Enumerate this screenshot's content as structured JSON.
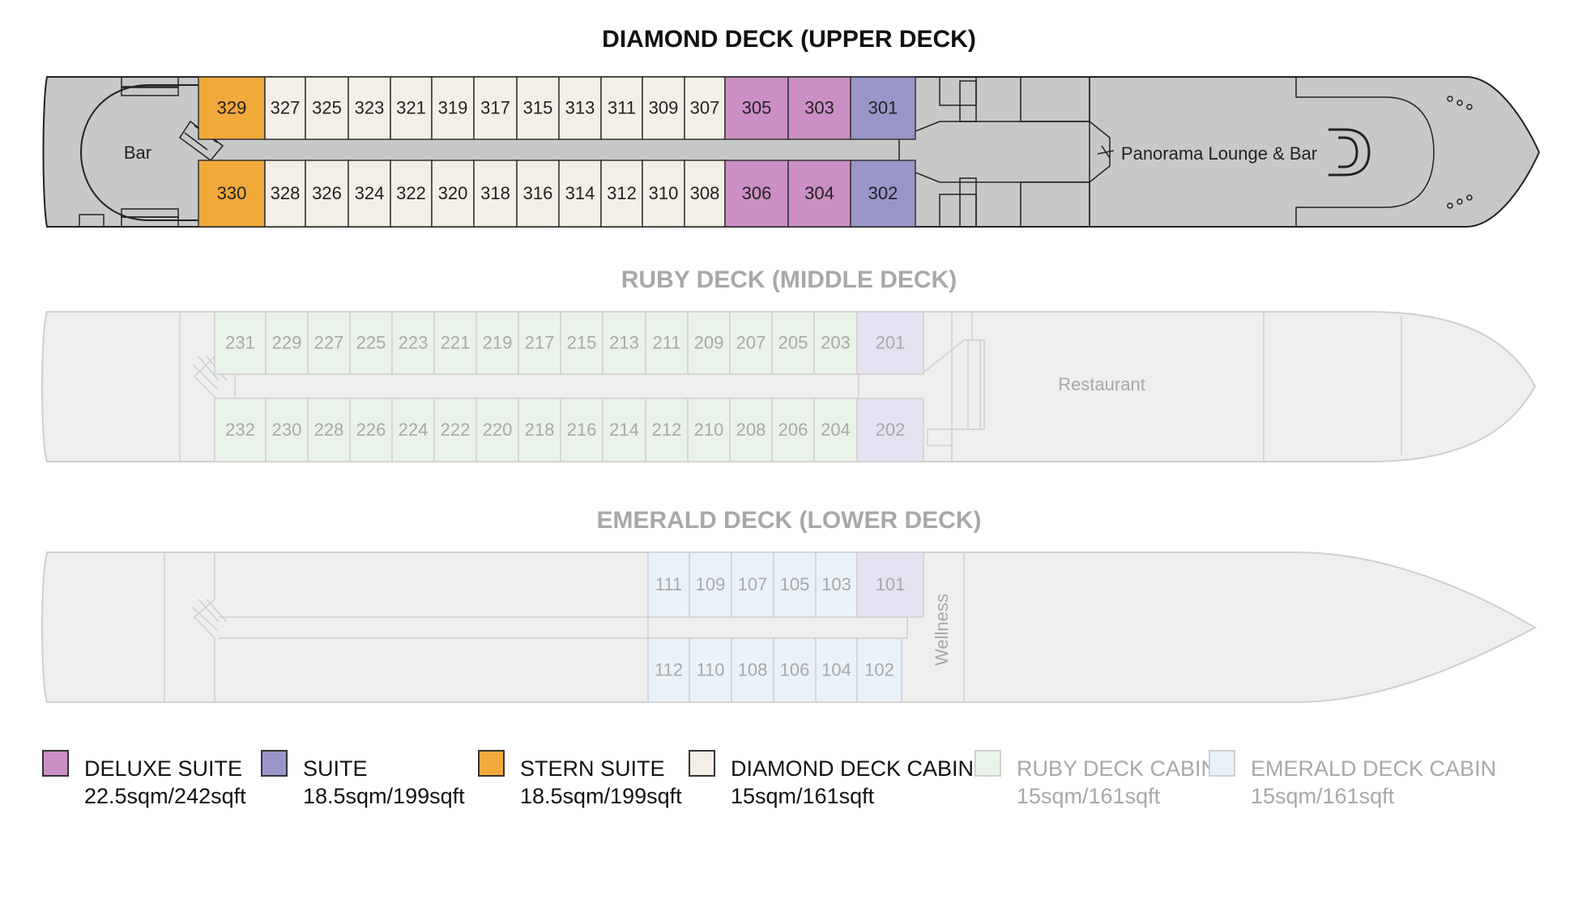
{
  "decks": {
    "diamond": {
      "title": "DIAMOND DECK (UPPER DECK)",
      "top_row": [
        "329",
        "327",
        "325",
        "323",
        "321",
        "319",
        "317",
        "315",
        "313",
        "311",
        "309",
        "307",
        "305",
        "303",
        "301"
      ],
      "bottom_row": [
        "330",
        "328",
        "326",
        "324",
        "322",
        "320",
        "318",
        "316",
        "314",
        "312",
        "310",
        "308",
        "306",
        "304",
        "302"
      ],
      "rooms": {
        "aft": "Bar",
        "fore": "Panorama Lounge & Bar"
      }
    },
    "ruby": {
      "title": "RUBY DECK (MIDDLE DECK)",
      "top_row": [
        "231",
        "229",
        "227",
        "225",
        "223",
        "221",
        "219",
        "217",
        "215",
        "213",
        "211",
        "209",
        "207",
        "205",
        "203",
        "201"
      ],
      "bottom_row": [
        "232",
        "230",
        "228",
        "226",
        "224",
        "222",
        "220",
        "218",
        "216",
        "214",
        "212",
        "210",
        "208",
        "206",
        "204",
        "202"
      ],
      "rooms": {
        "fore": "Restaurant"
      }
    },
    "emerald": {
      "title": "EMERALD DECK (LOWER DECK)",
      "top_row": [
        "111",
        "109",
        "107",
        "105",
        "103",
        "101"
      ],
      "bottom_row": [
        "112",
        "110",
        "108",
        "106",
        "104",
        "102"
      ],
      "rooms": {
        "wellness": "Wellness"
      }
    }
  },
  "legend": [
    {
      "name": "DELUXE SUITE",
      "size": "22.5sqm/242sqft",
      "color": "#cc8fc4"
    },
    {
      "name": "SUITE",
      "size": "18.5sqm/199sqft",
      "color": "#9a95c9"
    },
    {
      "name": "STERN SUITE",
      "size": "18.5sqm/199sqft",
      "color": "#f2a93b"
    },
    {
      "name": "DIAMOND DECK CABIN",
      "size": "15sqm/161sqft",
      "color": "#f3efe6"
    },
    {
      "name": "RUBY DECK CABIN",
      "size": "15sqm/161sqft",
      "color": "#eaf3ea"
    },
    {
      "name": "EMERALD DECK CABIN",
      "size": "15sqm/161sqft",
      "color": "#eaf2f9"
    }
  ],
  "colors": {
    "hull_upper": "#c8c8c8",
    "hull_faded": "#efefef",
    "deluxe_suite": "#cc8fc4",
    "suite": "#9a95c9",
    "stern_suite": "#f2a93b",
    "diamond_cabin": "#f3efe6",
    "ruby_cabin": "#eaf3ea",
    "emerald_cabin": "#eaf2f9",
    "faded_suite": "#e6e2f1",
    "faded_text": "#a8a8a8",
    "dark_text": "#222222"
  }
}
